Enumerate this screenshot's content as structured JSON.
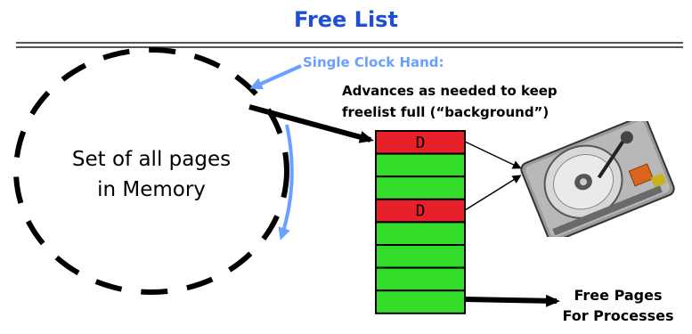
{
  "title": "Free List",
  "clock_hand_label": "Single Clock Hand:",
  "advance_lines": [
    "Advances as needed to keep",
    "freelist full (“background”)"
  ],
  "set_lines": [
    "Set of all pages",
    "in Memory"
  ],
  "free_lines": [
    "Free Pages",
    "For Processes"
  ],
  "list": {
    "cells": [
      {
        "status": "dirty",
        "label": "D"
      },
      {
        "status": "clean",
        "label": ""
      },
      {
        "status": "clean",
        "label": ""
      },
      {
        "status": "dirty",
        "label": "D"
      },
      {
        "status": "clean",
        "label": ""
      },
      {
        "status": "clean",
        "label": ""
      },
      {
        "status": "clean",
        "label": ""
      },
      {
        "status": "clean",
        "label": ""
      }
    ]
  },
  "colors": {
    "title": "#1f4fd1",
    "clock_hand": "#6aa0ff",
    "dirty": "#e8202a",
    "clean": "#33dd2a"
  },
  "icons": {
    "disk": "hard-disk-icon"
  }
}
